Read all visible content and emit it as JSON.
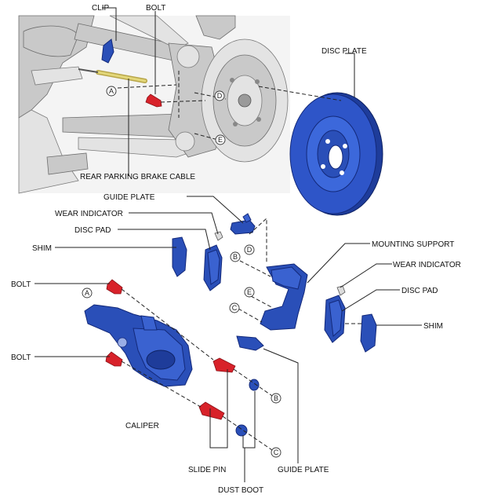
{
  "labels": {
    "clip": "CLIP",
    "bolt_top": "BOLT",
    "disc_plate": "DISC PLATE",
    "rear_parking_brake_cable": "REAR PARKING BRAKE CABLE",
    "guide_plate_top": "GUIDE PLATE",
    "wear_indicator_left": "WEAR INDICATOR",
    "disc_pad_left": "DISC PAD",
    "shim_left": "SHIM",
    "bolt_left_1": "BOLT",
    "bolt_left_2": "BOLT",
    "caliper": "CALIPER",
    "mounting_support": "MOUNTING SUPPORT",
    "wear_indicator_right": "WEAR INDICATOR",
    "disc_pad_right": "DISC PAD",
    "shim_right": "SHIM",
    "slide_pin": "SLIDE PIN",
    "dust_boot": "DUST BOOT",
    "guide_plate_bottom": "GUIDE PLATE"
  },
  "callouts": {
    "a1": "A",
    "d1": "D",
    "e1": "E",
    "b1": "B",
    "d2": "D",
    "e2": "E",
    "c1": "C",
    "a2": "A",
    "b2": "B",
    "c2": "C"
  }
}
